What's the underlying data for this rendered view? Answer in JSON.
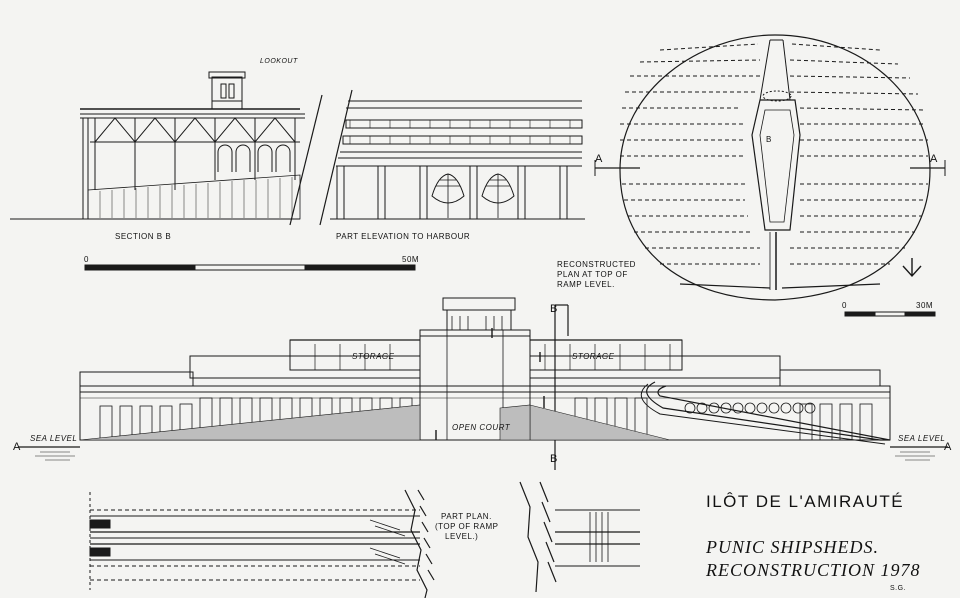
{
  "labels": {
    "lookout": "LOOKOUT",
    "section_bb": "SECTION B B",
    "part_elevation": "PART ELEVATION TO HARBOUR",
    "scale_left_zero": "0",
    "scale_left_end": "50M",
    "reconstructed_plan": [
      "RECONSTRUCTED",
      "PLAN AT TOP OF",
      "RAMP LEVEL."
    ],
    "plan_section_a_left": "A",
    "plan_section_a_right": "A",
    "plan_section_b": "B",
    "scale_right_zero": "0",
    "scale_right_end": "30M",
    "section_b_top": "B",
    "section_b_bottom": "B",
    "storage_left": "STORAGE",
    "storage_right": "STORAGE",
    "open_court": "OPEN COURT",
    "sea_level_left": "SEA LEVEL",
    "sea_level_right": "SEA LEVEL",
    "section_a_left": "A",
    "section_a_right": "A",
    "part_plan": [
      "PART PLAN.",
      "(TOP OF RAMP",
      "LEVEL.)"
    ]
  },
  "title": {
    "main": "ILÔT DE L'AMIRAUTÉ",
    "line1": "PUNIC SHIPSHEDS.",
    "line2": "RECONSTRUCTION 1978",
    "initials": "S.G."
  }
}
